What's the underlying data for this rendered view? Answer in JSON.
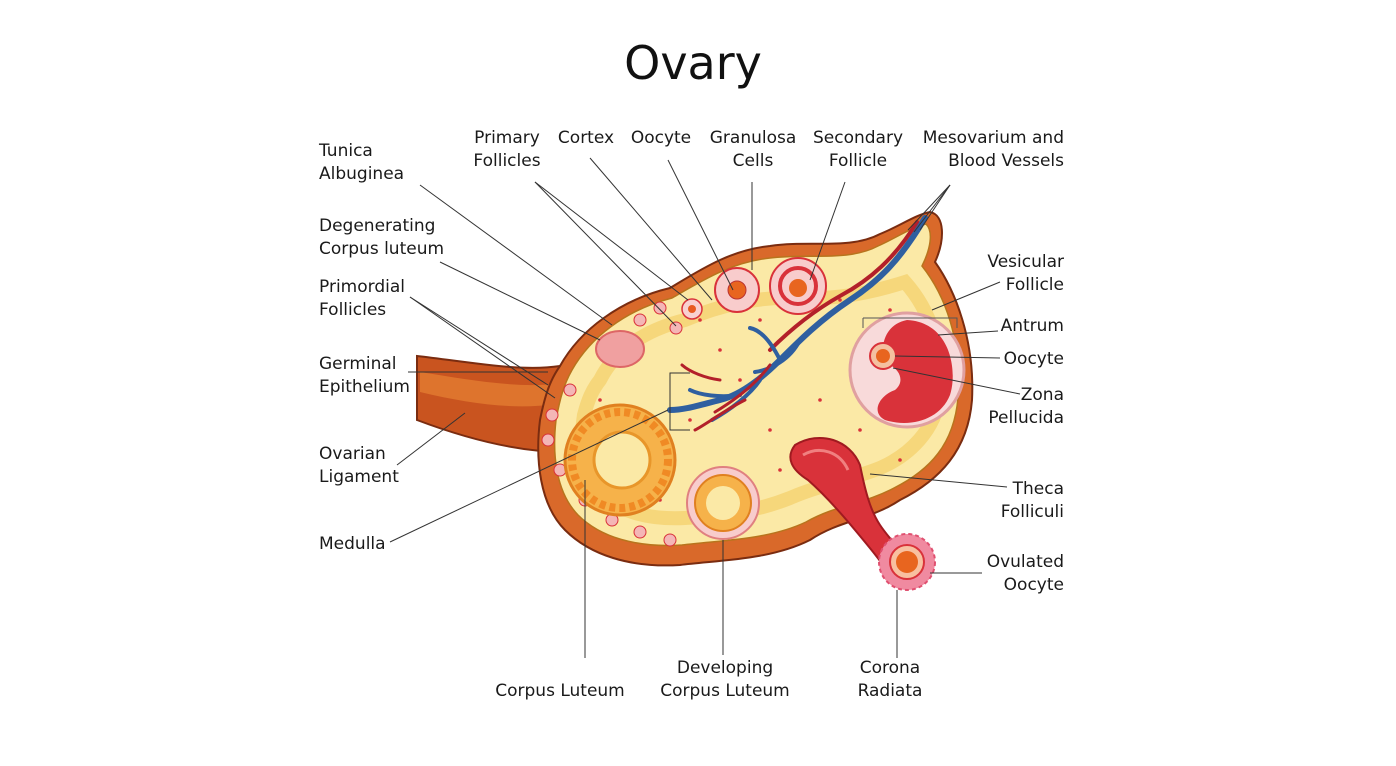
{
  "title": "Ovary",
  "labels": {
    "tunica_albuginea": [
      "Tunica",
      "Albuginea"
    ],
    "degenerating_corpus_luteum": [
      "Degenerating",
      "Corpus luteum"
    ],
    "primordial_follicles": [
      "Primordial",
      "Follicles"
    ],
    "germinal_epithelium": [
      "Germinal",
      "Epithelium"
    ],
    "ovarian_ligament": [
      "Ovarian",
      "Ligament"
    ],
    "medulla": [
      "Medulla"
    ],
    "primary_follicles": [
      "Primary",
      "Follicles"
    ],
    "cortex": [
      "Cortex"
    ],
    "oocyte_top": [
      "Oocyte"
    ],
    "granulosa_cells": [
      "Granulosa",
      "Cells"
    ],
    "secondary_follicle": [
      "Secondary",
      "Follicle"
    ],
    "mesovarium": [
      "Mesovarium and",
      "Blood Vessels"
    ],
    "vesicular_follicle": [
      "Vesicular",
      "Follicle"
    ],
    "antrum": [
      "Antrum"
    ],
    "oocyte_right": [
      "Oocyte"
    ],
    "zona_pellucida": [
      "Zona",
      "Pellucida"
    ],
    "theca_folliculi": [
      "Theca",
      "Folliculi"
    ],
    "ovulated_oocyte": [
      "Ovulated",
      "Oocyte"
    ],
    "corpus_luteum": [
      "Corpus Luteum"
    ],
    "developing_corpus_luteum": [
      "Developing",
      "Corpus Luteum"
    ],
    "corona_radiata": [
      "Corona",
      "Radiata"
    ]
  },
  "colors": {
    "stroma": "#fbe9a6",
    "cortex_rim": "#f7d77a",
    "tunica": "#d9692a",
    "ligament": "#c9541f",
    "vein": "#2f5fa0",
    "artery": "#b3202a",
    "follicle_pink": "#f4b6b6",
    "antrum_red": "#d9323a",
    "corpus_luteum": "#f2a23a",
    "leader_line": "#333333"
  }
}
